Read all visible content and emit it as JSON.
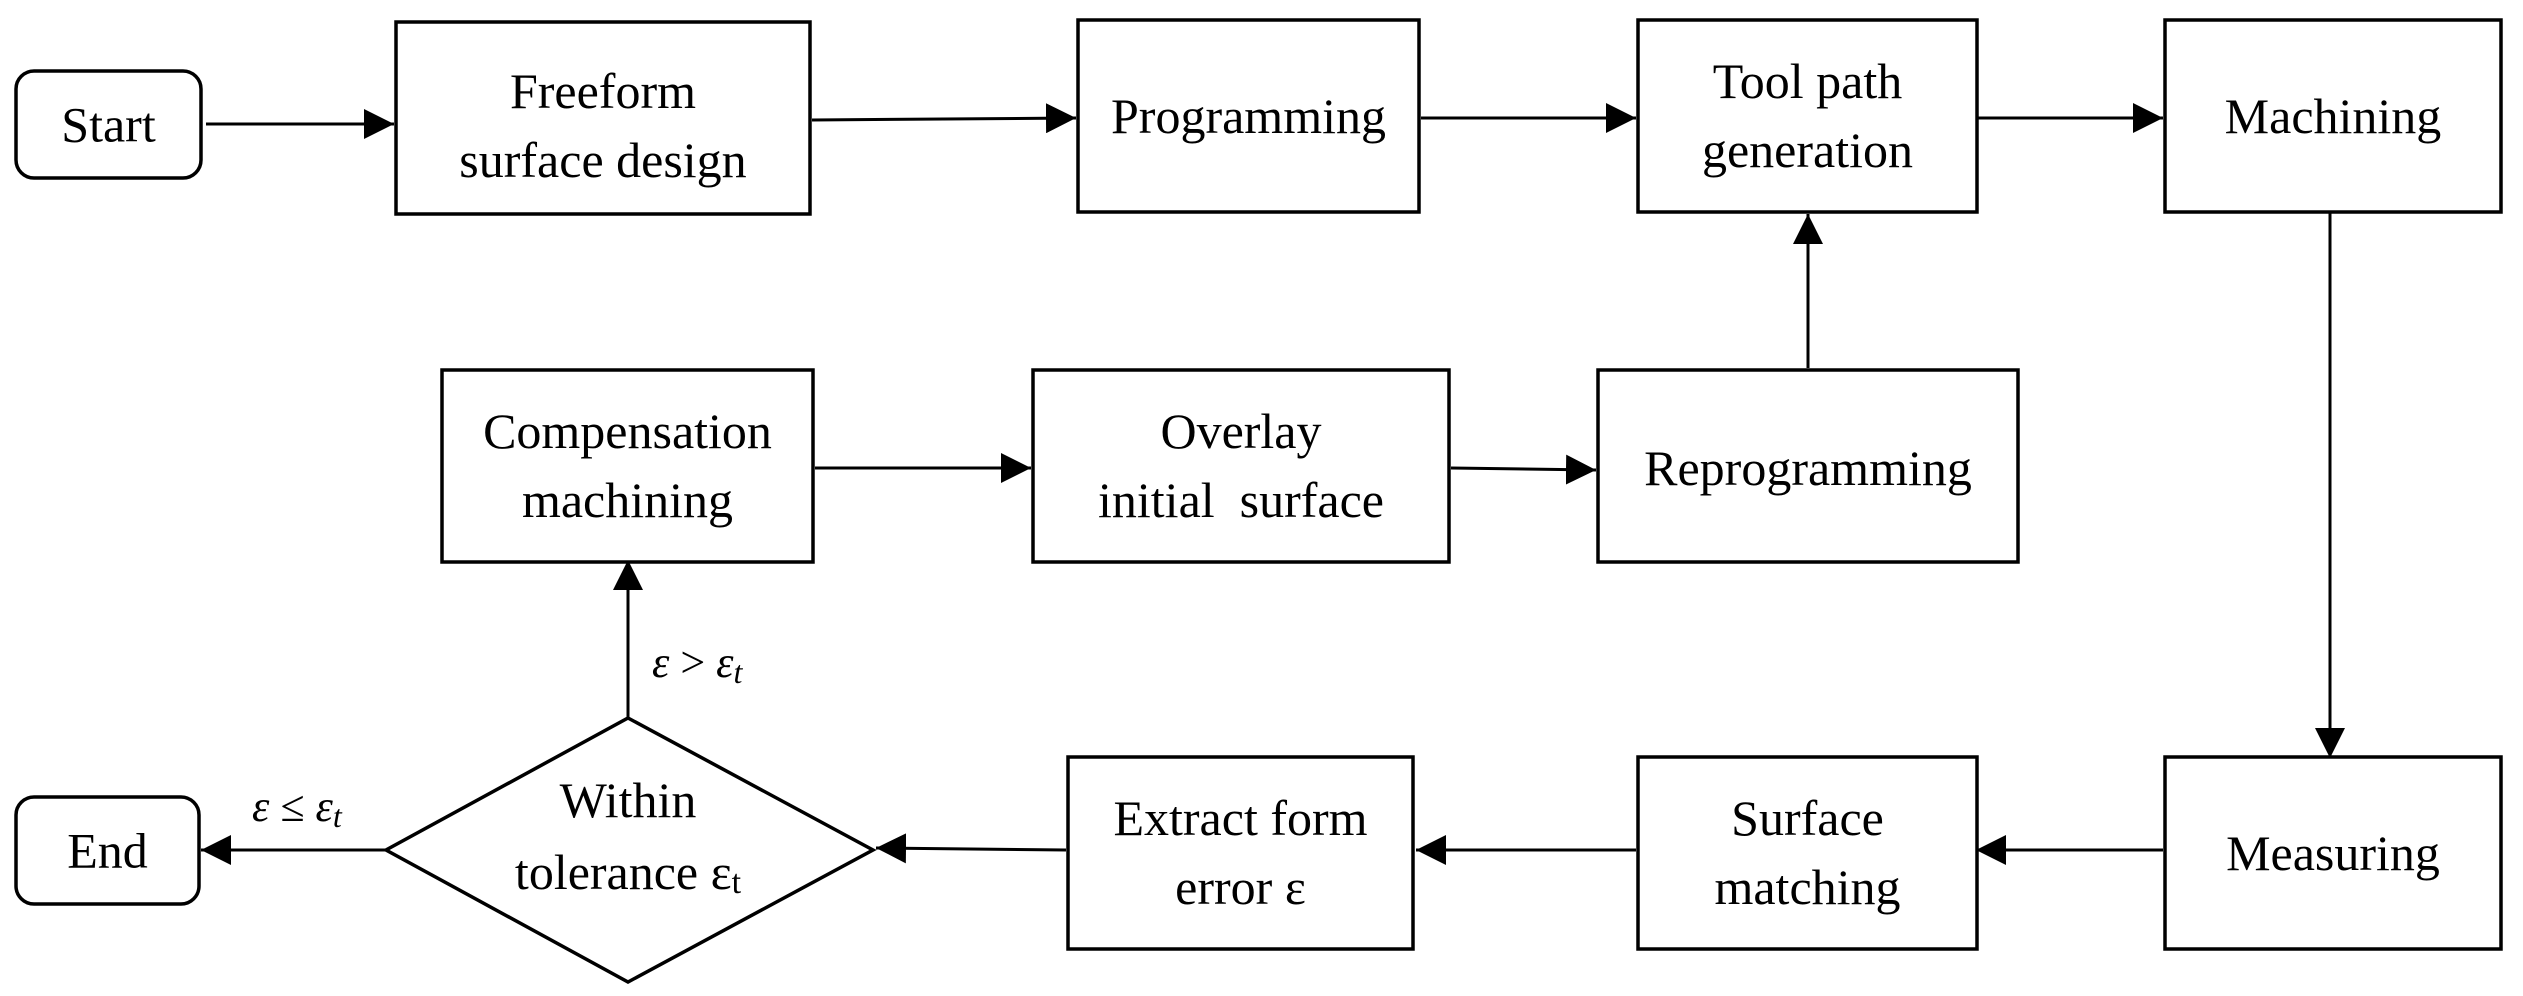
{
  "diagram": {
    "nodes": {
      "start": {
        "label": "Start"
      },
      "freeform": {
        "line1": "Freeform",
        "line2": "surface design"
      },
      "programming": {
        "label": "Programming"
      },
      "toolpath": {
        "line1": "Tool path",
        "line2": "generation"
      },
      "machining": {
        "label": "Machining"
      },
      "compensation": {
        "line1": "Compensation",
        "line2": "machining"
      },
      "overlay": {
        "line1": "Overlay",
        "line2": "initial  surface"
      },
      "reprogramming": {
        "label": "Reprogramming"
      },
      "tolerance": {
        "line1": "Within",
        "line2_text": "tolerance ",
        "line2_symbol": "ε",
        "line2_subscript": "t"
      },
      "extract": {
        "line1": "Extract form",
        "line2": "error ε"
      },
      "surface_matching": {
        "line1": "Surface",
        "line2": "matching"
      },
      "measuring": {
        "label": "Measuring"
      },
      "end": {
        "label": "End"
      }
    },
    "conditions": {
      "greater": {
        "symbol": "ε",
        "operator": " > ",
        "rhs_symbol": "ε",
        "rhs_subscript": "t"
      },
      "less_equal": {
        "symbol": "ε",
        "operator": " ≤ ",
        "rhs_symbol": "ε",
        "rhs_subscript": "t"
      }
    }
  }
}
